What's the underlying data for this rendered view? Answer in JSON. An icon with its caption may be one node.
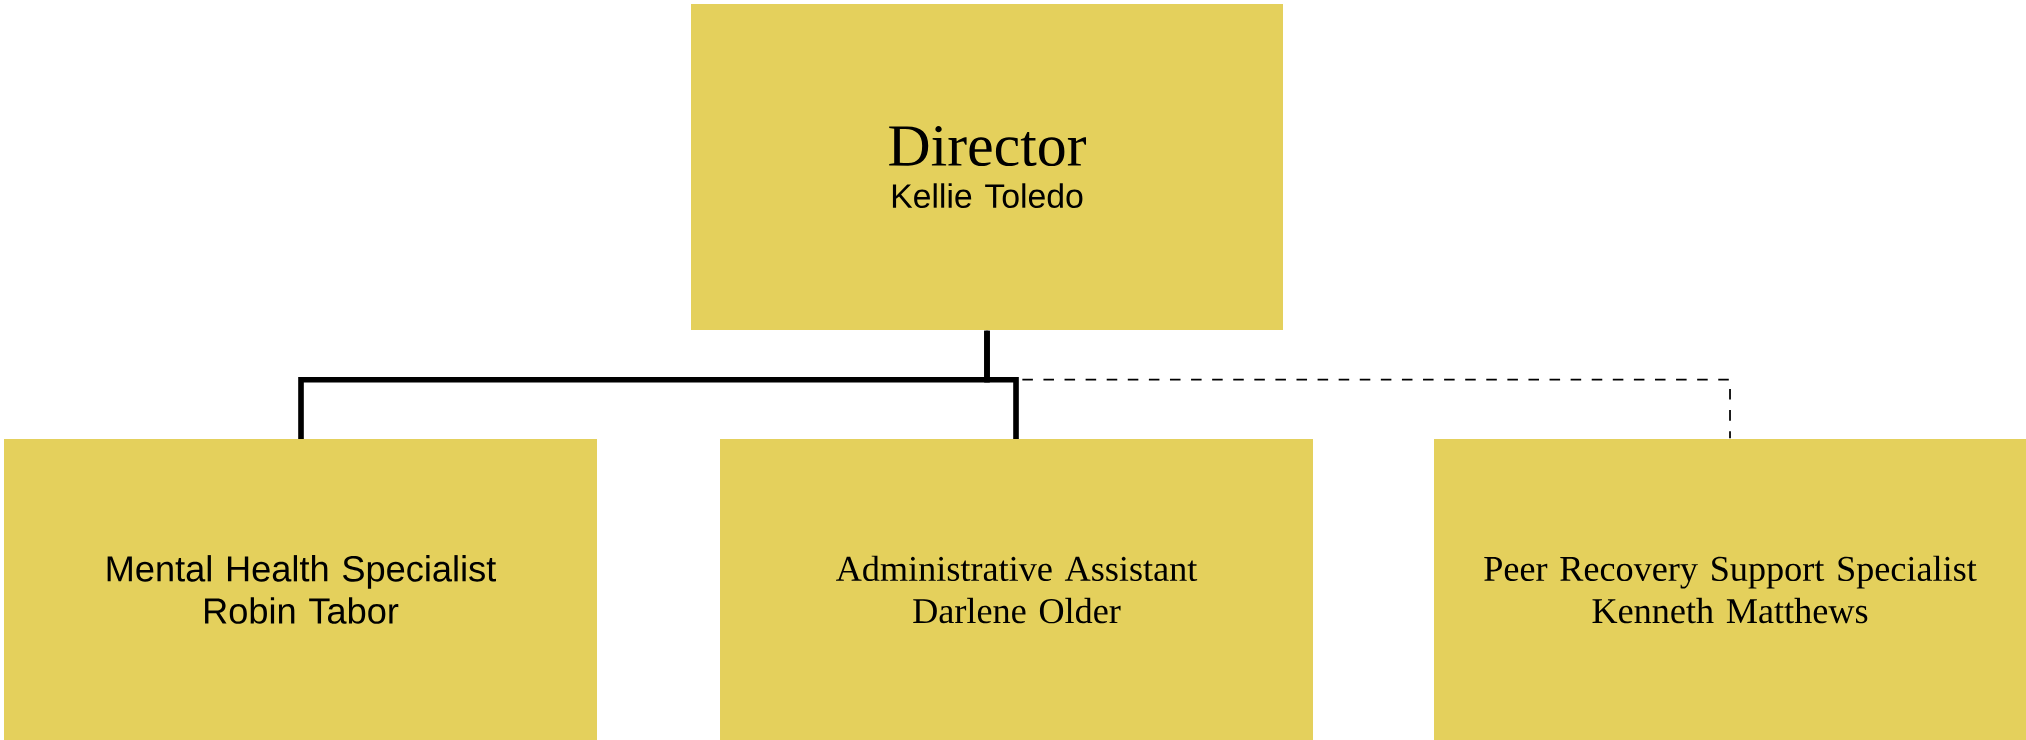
{
  "diagram": {
    "nodes": [
      {
        "text": [
          "Director",
          "Kellie Toledo"
        ]
      },
      {
        "text": [
          "Mental Health Specialist",
          "Robin Tabor"
        ]
      },
      {
        "text": [
          "Administrative Assistant",
          "Darlene Older"
        ]
      },
      {
        "text": [
          "Peer Recovery Support Specialist",
          "Kenneth Matthews"
        ]
      }
    ],
    "edges": [
      {
        "from": 0,
        "to": 1,
        "arrow": "none"
      },
      {
        "from": 0,
        "to": 2,
        "arrow": "none"
      },
      {
        "from": 0,
        "to": 3,
        "arrow": "none",
        "style": "dashed"
      }
    ]
  }
}
